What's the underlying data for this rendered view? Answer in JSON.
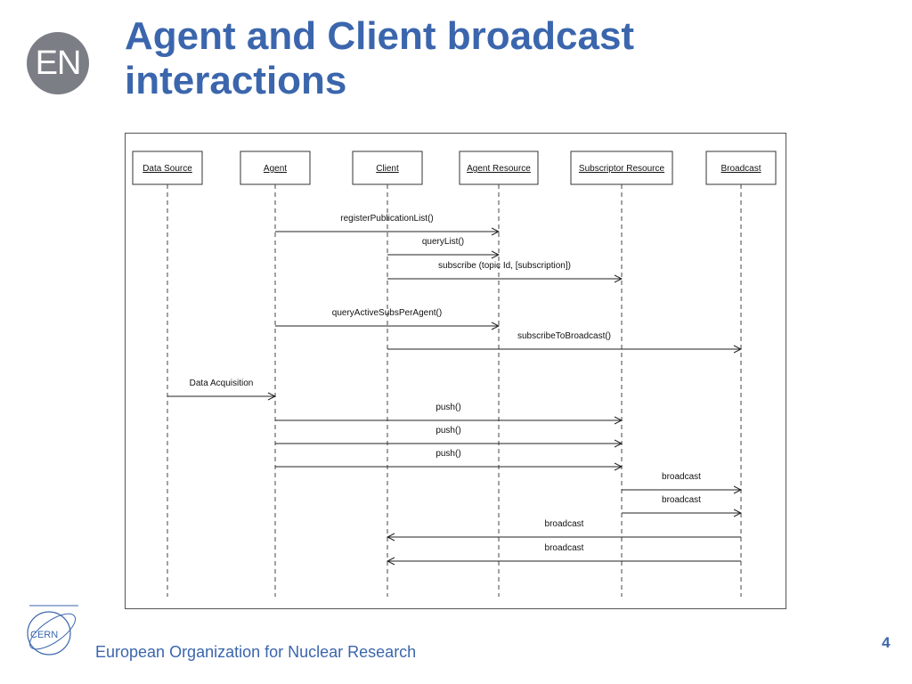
{
  "header": {
    "logo_text": "EN",
    "title_line1": "Agent and Client broadcast",
    "title_line2": "interactions"
  },
  "diagram": {
    "participants": [
      "Data Source",
      "Agent",
      "Client",
      "Agent Resource",
      "Subscriptor Resource",
      "Broadcast"
    ],
    "messages": [
      {
        "label": "registerPublicationList()",
        "from": 1,
        "to": 3
      },
      {
        "label": "queryList()",
        "from": 2,
        "to": 3
      },
      {
        "label": "subscribe (topic Id, [subscription])",
        "from": 2,
        "to": 4
      },
      {
        "label": "queryActiveSubsPerAgent()",
        "from": 1,
        "to": 3
      },
      {
        "label": "subscribeToBroadcast()",
        "from": 2,
        "to": 5
      },
      {
        "label": "Data Acquisition",
        "from": 0,
        "to": 1
      },
      {
        "label": "push()",
        "from": 1,
        "to": 4
      },
      {
        "label": "push()",
        "from": 1,
        "to": 4
      },
      {
        "label": "push()",
        "from": 1,
        "to": 4
      },
      {
        "label": "broadcast",
        "from": 4,
        "to": 5
      },
      {
        "label": "broadcast",
        "from": 4,
        "to": 5
      },
      {
        "label": "broadcast",
        "from": 5,
        "to": 2
      },
      {
        "label": "broadcast",
        "from": 5,
        "to": 2
      }
    ]
  },
  "footer": {
    "cern_logo_text": "CERN",
    "org_name": "European Organization for Nuclear Research",
    "page_number": "4"
  }
}
